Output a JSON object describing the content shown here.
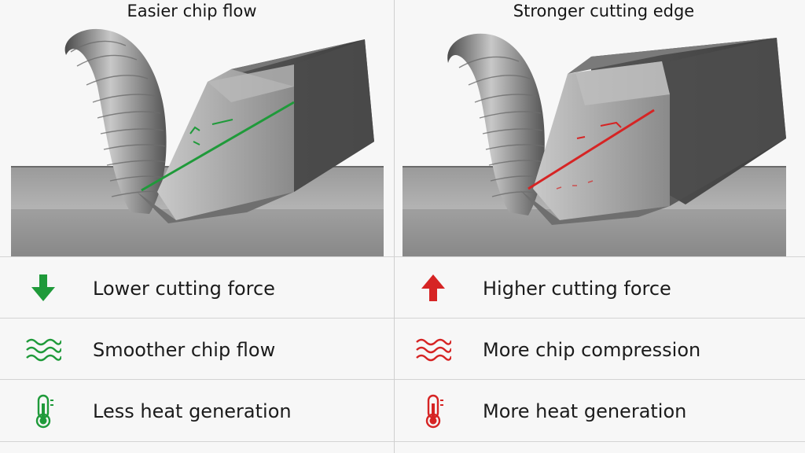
{
  "panels": [
    {
      "title": "Easier chip flow",
      "edge_color": "#1f9a3a",
      "rows": [
        {
          "icon": "arrow-down-icon",
          "label": "Lower cutting force"
        },
        {
          "icon": "wave-lines-icon",
          "label": "Smoother chip flow"
        },
        {
          "icon": "thermometer-icon",
          "label": "Less heat generation"
        }
      ]
    },
    {
      "title": "Stronger cutting edge",
      "edge_color": "#d62424",
      "rows": [
        {
          "icon": "arrow-up-icon",
          "label": "Higher cutting force"
        },
        {
          "icon": "wave-lines-icon",
          "label": "More chip compression"
        },
        {
          "icon": "thermometer-icon",
          "label": "More heat generation"
        }
      ]
    }
  ]
}
